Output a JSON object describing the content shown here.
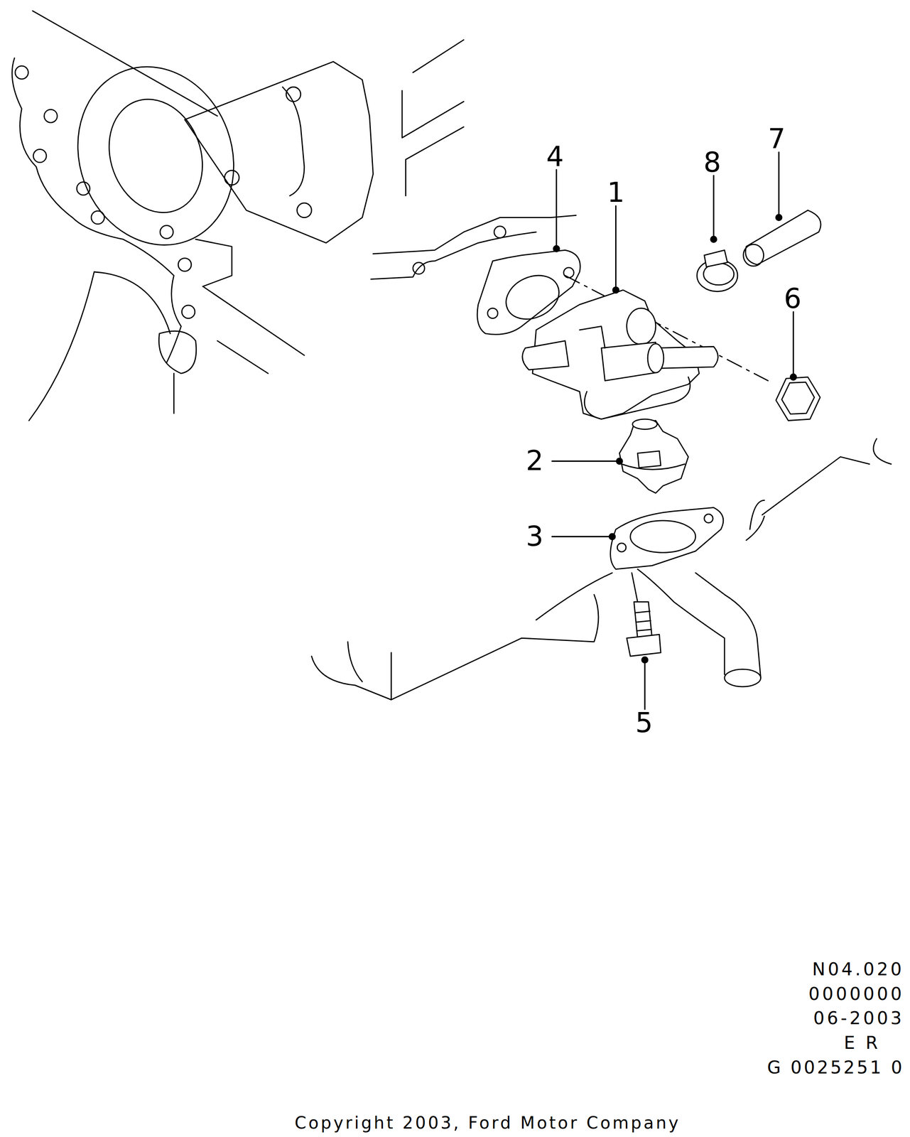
{
  "diagram": {
    "labels": [
      "4",
      "1",
      "8",
      "7",
      "6",
      "2",
      "3",
      "5",
      "N04.020",
      "0000000",
      "06-2003",
      "E R",
      "G 0025251 0",
      "Copyright 2003, Ford Motor Company"
    ]
  }
}
